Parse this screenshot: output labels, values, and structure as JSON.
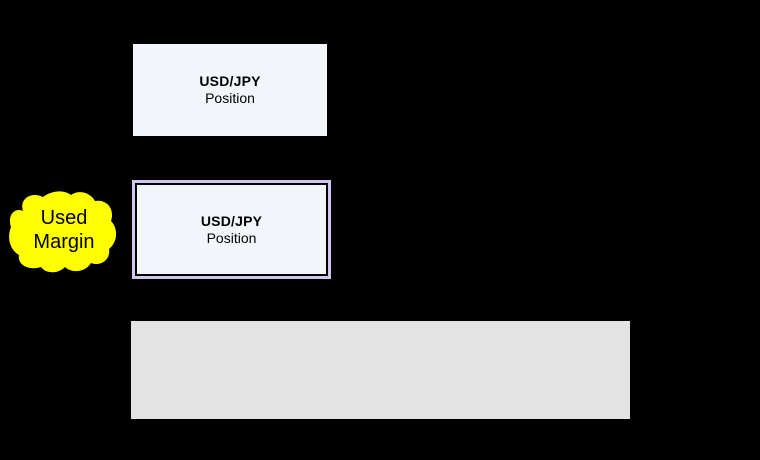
{
  "diagram": {
    "background_color": "#000000",
    "position_box_fill": "#F2F6FB",
    "position_box_border_color": "#000000",
    "highlight_border_color": "#D2C5EE",
    "used_margin_fill": "#FFFF00",
    "used_margin_text_color": "#000000",
    "bottom_bar_fill": "#E3E3E3",
    "boxes": [
      {
        "line1": "USD/JPY",
        "line2": "Position",
        "highlighted": false
      },
      {
        "line1": "USD/JPY",
        "line2": "Position",
        "highlighted": true
      }
    ],
    "used_margin_label": {
      "line1": "Used",
      "line2": "Margin"
    }
  }
}
